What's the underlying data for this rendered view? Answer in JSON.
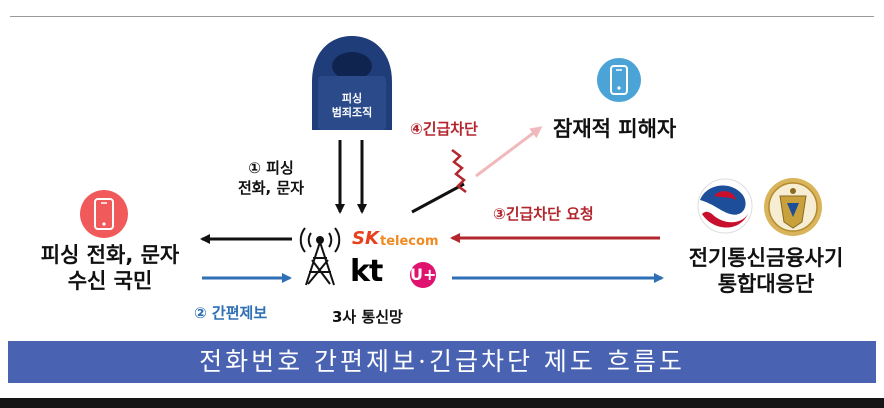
{
  "diagram": {
    "phishing_org": {
      "line1": "피싱",
      "line2": "범죄조직"
    },
    "recipient": {
      "line1": "피싱 전화, 문자",
      "line2": "수신 국민"
    },
    "carriers": {
      "label": "3사 통신망",
      "sk_brand": "SK",
      "sk_telecom": "telecom",
      "kt_brand": "kt",
      "lgu_brand": "U+"
    },
    "potential_victim": {
      "label": "잠재적 피해자"
    },
    "agency": {
      "line1": "전기통신금융사기",
      "line2": "통합대응단"
    },
    "steps": {
      "step1_line1": "① 피싱",
      "step1_line2": "전화, 문자",
      "step2": "② 간편제보",
      "step3": "③긴급차단 요청",
      "step4": "④긴급차단"
    },
    "caption": "전화번호 간편제보·긴급차단 제도 흐름도"
  },
  "colors": {
    "caption_bg": "#4962b2",
    "blue_arrow": "#2e6fb5",
    "red_arrow": "#b3262e",
    "pink_arrow": "#f2b9bd",
    "hacker": "#1f3d78",
    "sk": "#e8401c",
    "lgu": "#e0126f",
    "phone_red": "#f15a5a",
    "phone_blue": "#4ba3d6"
  },
  "icons": [
    "hacker-icon",
    "cell-tower-icon",
    "smartphone-red-icon",
    "smartphone-blue-icon",
    "gov-emblem-icon",
    "police-emblem-icon"
  ]
}
